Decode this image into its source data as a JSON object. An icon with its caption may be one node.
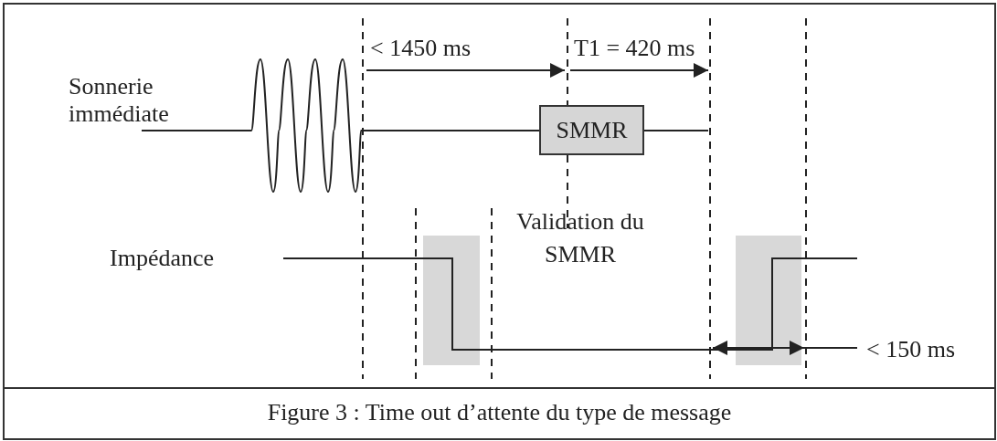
{
  "diagram": {
    "caption": "Figure 3 : Time out d’attente du type de message",
    "nodes": [
      {
        "text": [
          "SMMR"
        ]
      }
    ],
    "labels": [
      "Sonnerie immédiate",
      "< 1450 ms",
      "T1 = 420 ms",
      "Impédance",
      "Validation du SMMR",
      "< 150 ms"
    ]
  }
}
